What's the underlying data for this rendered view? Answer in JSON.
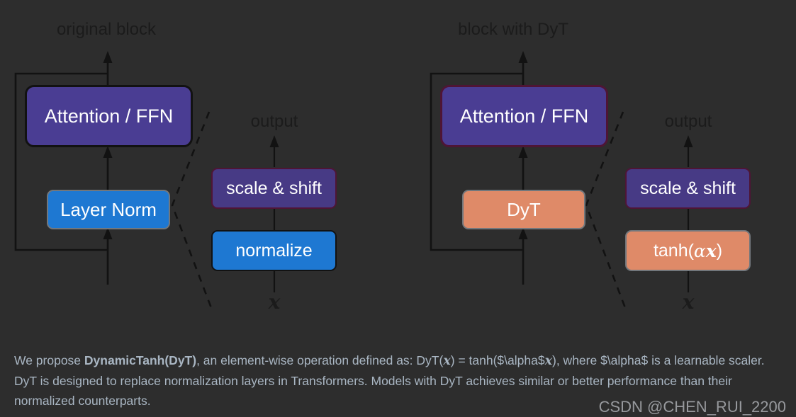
{
  "colors": {
    "background": "#2d2d2d",
    "line_black": "#121212",
    "label_dark": "#1b1b1b",
    "box_purple": "#4a3d93",
    "box_purple_deep": "#473a85",
    "box_blue": "#1e78d2",
    "box_orange": "#df8a68",
    "border_maroon": "#4e1535",
    "border_gray": "#72777c",
    "box_text": "#ffffff",
    "paragraph_text": "#a9b6c3",
    "watermark_text": "#97999d"
  },
  "diagram_left": {
    "title": "original block",
    "attention_box": "Attention / FFN",
    "norm_box": "Layer Norm",
    "detail": {
      "output_label": "output",
      "scale_shift_box": "scale & shift",
      "op_box": "normalize",
      "input_label": "x"
    }
  },
  "diagram_right": {
    "title": "block with DyT",
    "attention_box": "Attention / FFN",
    "norm_box": "DyT",
    "detail": {
      "output_label": "output",
      "scale_shift_box": "scale & shift",
      "op_prefix": "tanh(",
      "op_alpha": "α",
      "op_x": "x",
      "op_suffix": ")",
      "input_label": "x"
    }
  },
  "caption": {
    "line1": {
      "p1": "We propose ",
      "bold": "DynamicTanh(DyT)",
      "p2": ", an element-wise operation defined as: DyT(",
      "x1": "x",
      "p3": ") = tanh($\\alpha$",
      "x2": "x",
      "p4": "), where $\\alpha$ is a learnable scaler."
    },
    "line2": "DyT is designed to replace normalization layers in Transformers. Models with DyT achieves similar or better performance than their",
    "line3": "normalized counterparts."
  },
  "watermark": "CSDN @CHEN_RUI_2200"
}
